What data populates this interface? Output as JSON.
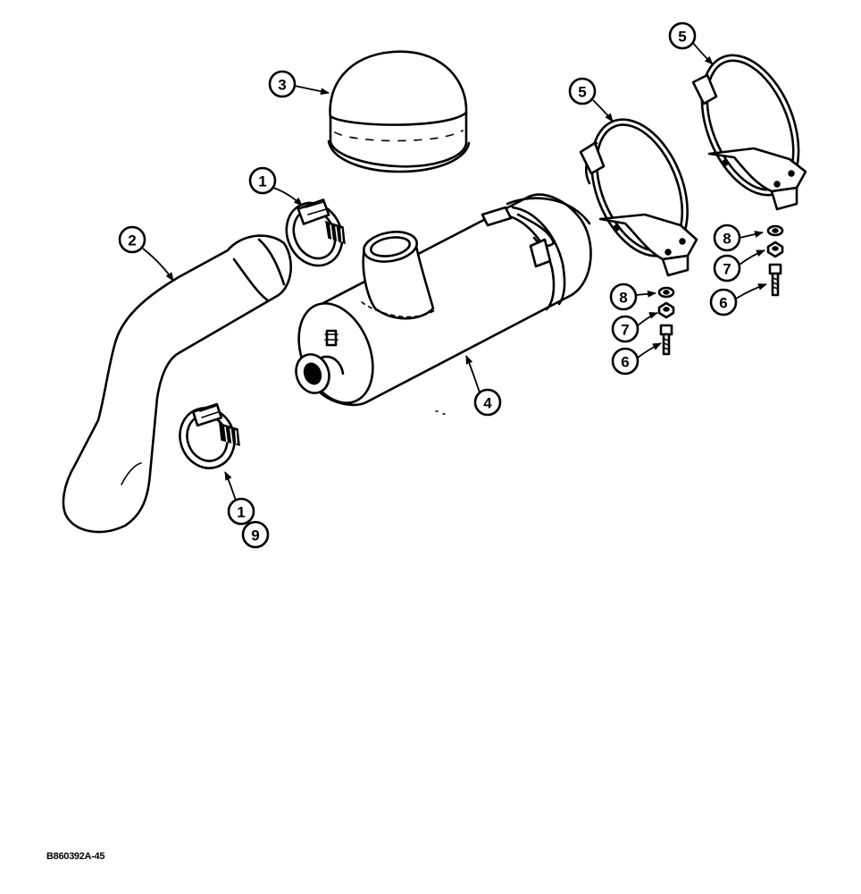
{
  "figure": {
    "id": "B860392A-45"
  },
  "callouts": [
    {
      "key": "c1a",
      "label": "1"
    },
    {
      "key": "c2",
      "label": "2"
    },
    {
      "key": "c3",
      "label": "3"
    },
    {
      "key": "c4",
      "label": "4"
    },
    {
      "key": "c5a",
      "label": "5"
    },
    {
      "key": "c5b",
      "label": "5"
    },
    {
      "key": "c8a",
      "label": "8"
    },
    {
      "key": "c7a",
      "label": "7"
    },
    {
      "key": "c6a",
      "label": "6"
    },
    {
      "key": "c8b",
      "label": "8"
    },
    {
      "key": "c7b",
      "label": "7"
    },
    {
      "key": "c6b",
      "label": "6"
    },
    {
      "key": "c1b",
      "label": "1"
    },
    {
      "key": "c9",
      "label": "9"
    }
  ]
}
